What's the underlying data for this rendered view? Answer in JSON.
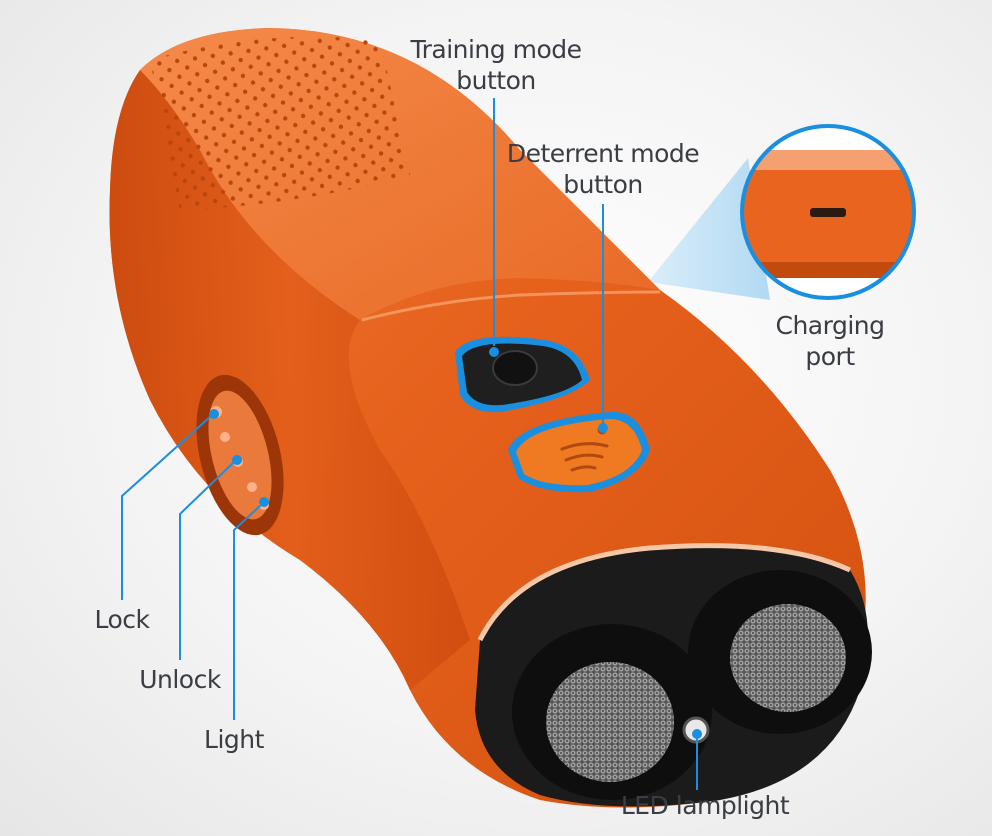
{
  "callouts": {
    "training_mode": [
      "Training mode",
      "button"
    ],
    "deterrent_mode": [
      "Deterrent mode",
      "button"
    ],
    "charging_port": [
      "Charging",
      "port"
    ],
    "lock": "Lock",
    "unlock": "Unlock",
    "light": "Light",
    "led_lamplight": "LED lamplight"
  },
  "colors": {
    "device_orange": "#e8641f",
    "button_orange": "#f07a22",
    "accent_blue": "#1a8fe0",
    "label_text": "#3a3d44",
    "lens_black": "#151515"
  },
  "icons": {
    "deterrent_button_symbol": "sound-waves-icon",
    "training_button_symbol": "round-button-icon",
    "charging_port_symbol": "usb-port-icon"
  }
}
